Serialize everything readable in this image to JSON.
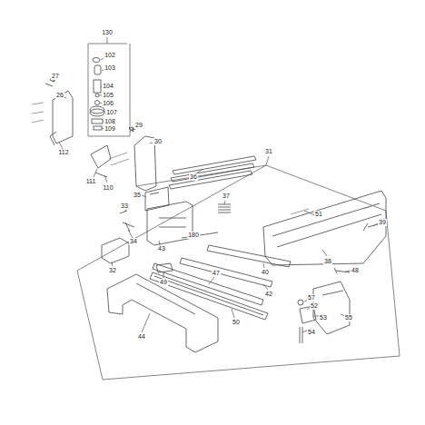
{
  "diagram": {
    "labels": [
      "130",
      "102",
      "27",
      "103",
      "26",
      "104",
      "105",
      "106",
      "107",
      "108",
      "109",
      "29",
      "30",
      "112",
      "111",
      "110",
      "31",
      "36",
      "35",
      "37",
      "51",
      "39",
      "33",
      "34",
      "43",
      "180",
      "32",
      "38",
      "48",
      "49",
      "47",
      "40",
      "42",
      "57",
      "52",
      "53",
      "55",
      "50",
      "54",
      "44"
    ]
  }
}
